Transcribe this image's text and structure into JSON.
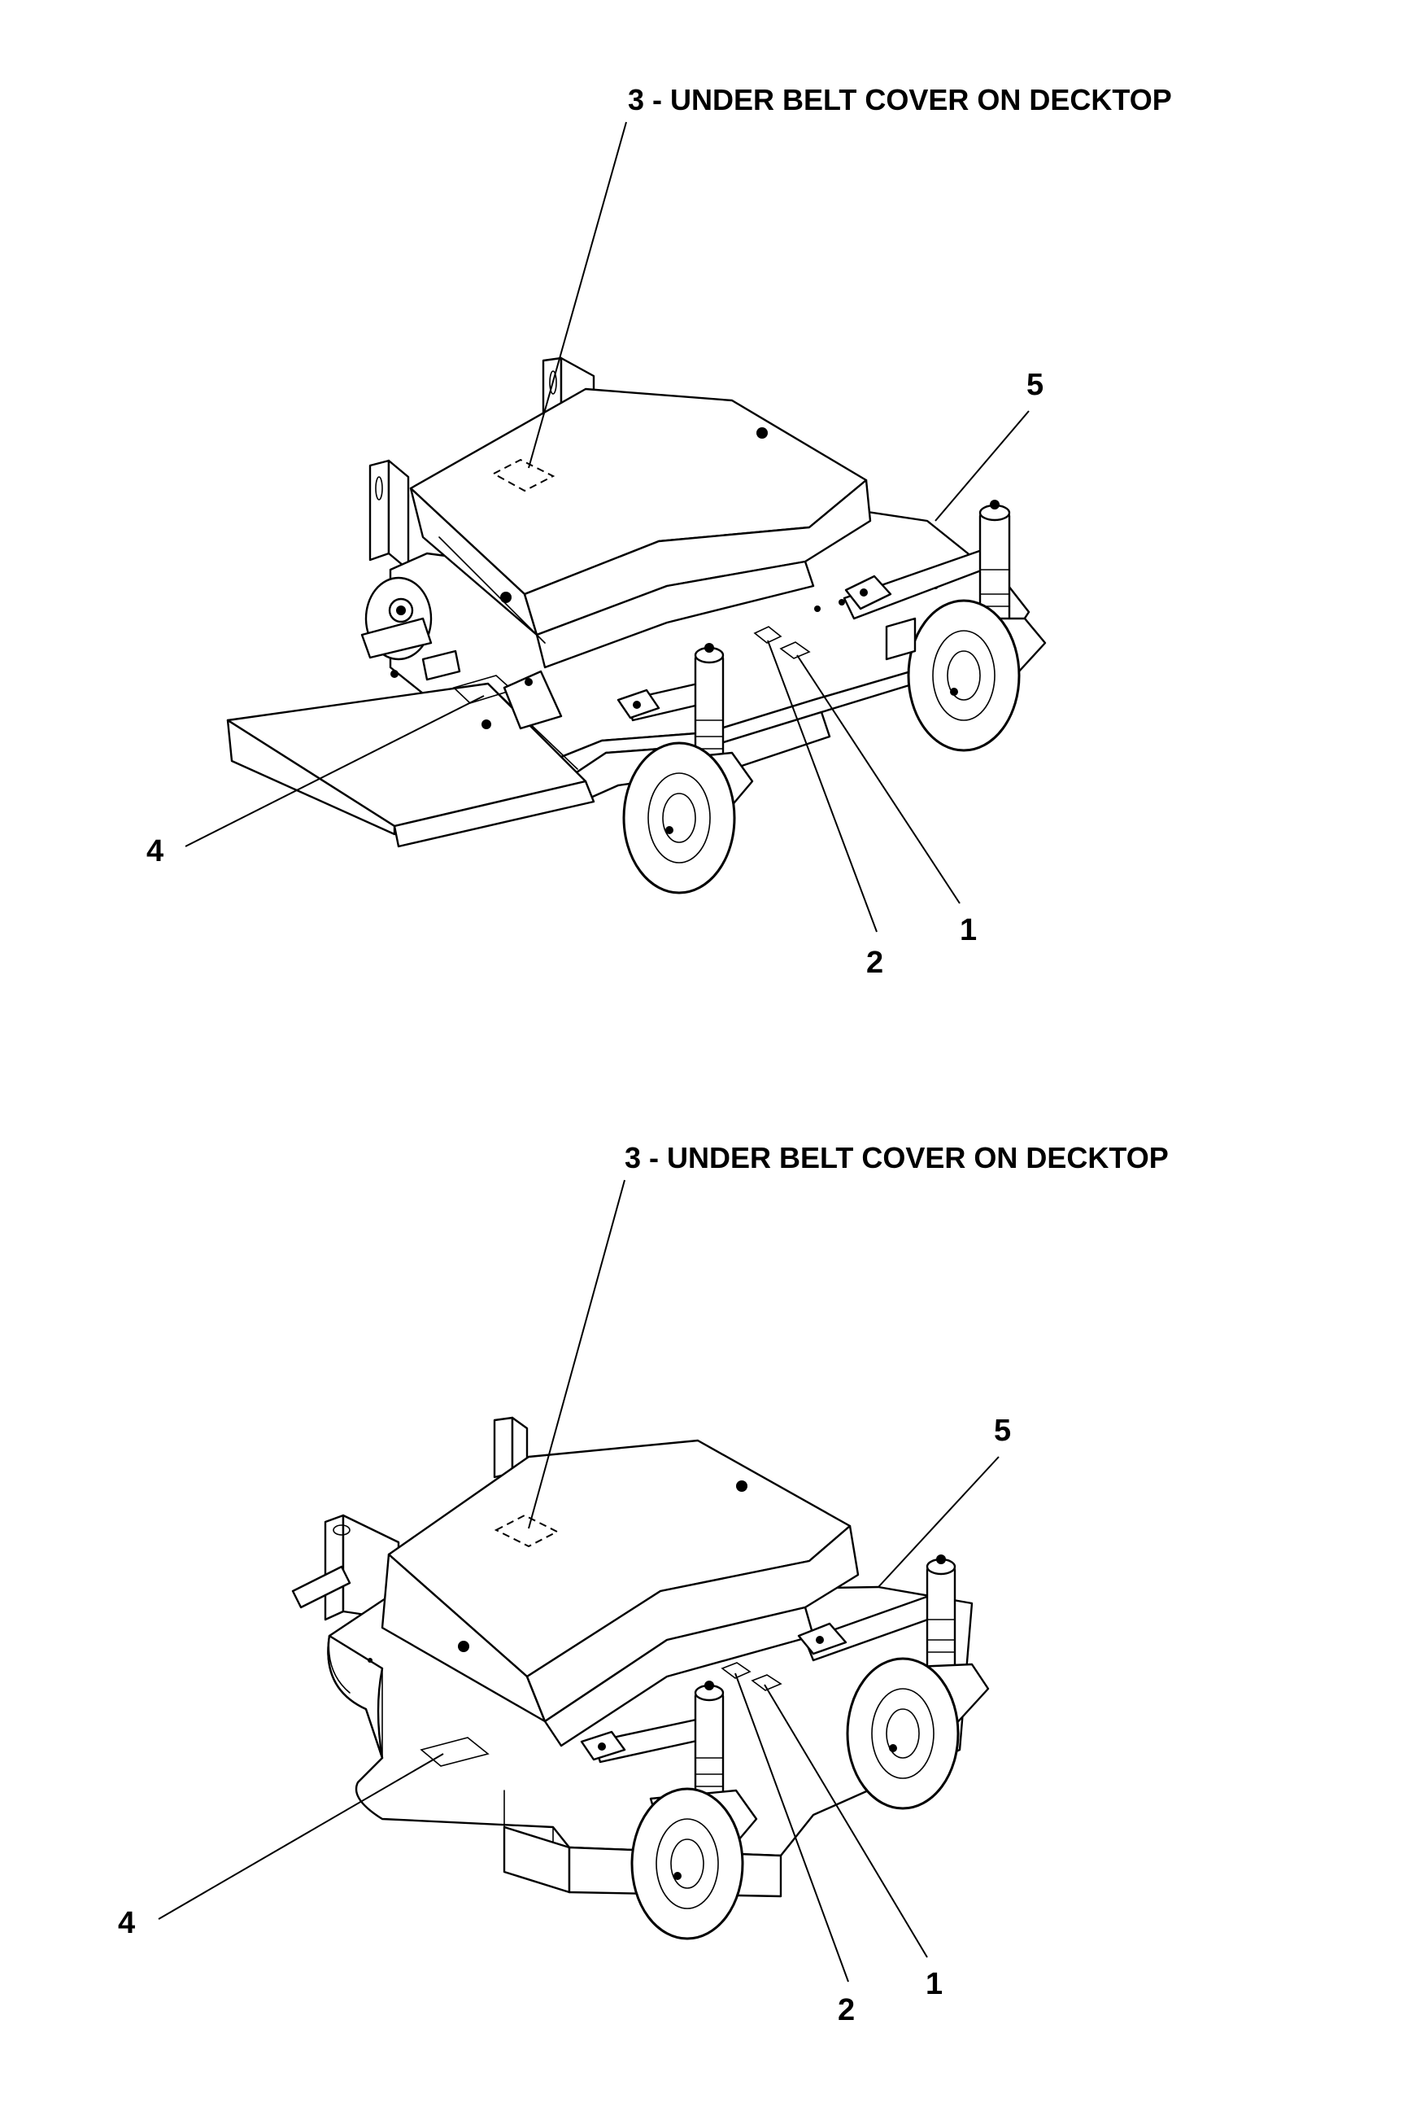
{
  "figures": [
    {
      "id": "side-discharge-deck",
      "callouts": {
        "c3": "3 - UNDER BELT COVER ON DECKTOP",
        "c5": "5",
        "c4": "4",
        "c2": "2",
        "c1": "1"
      }
    },
    {
      "id": "rear-discharge-deck",
      "callouts": {
        "c3": "3 - UNDER BELT COVER ON DECKTOP",
        "c5": "5",
        "c4": "4",
        "c2": "2",
        "c1": "1"
      }
    }
  ]
}
